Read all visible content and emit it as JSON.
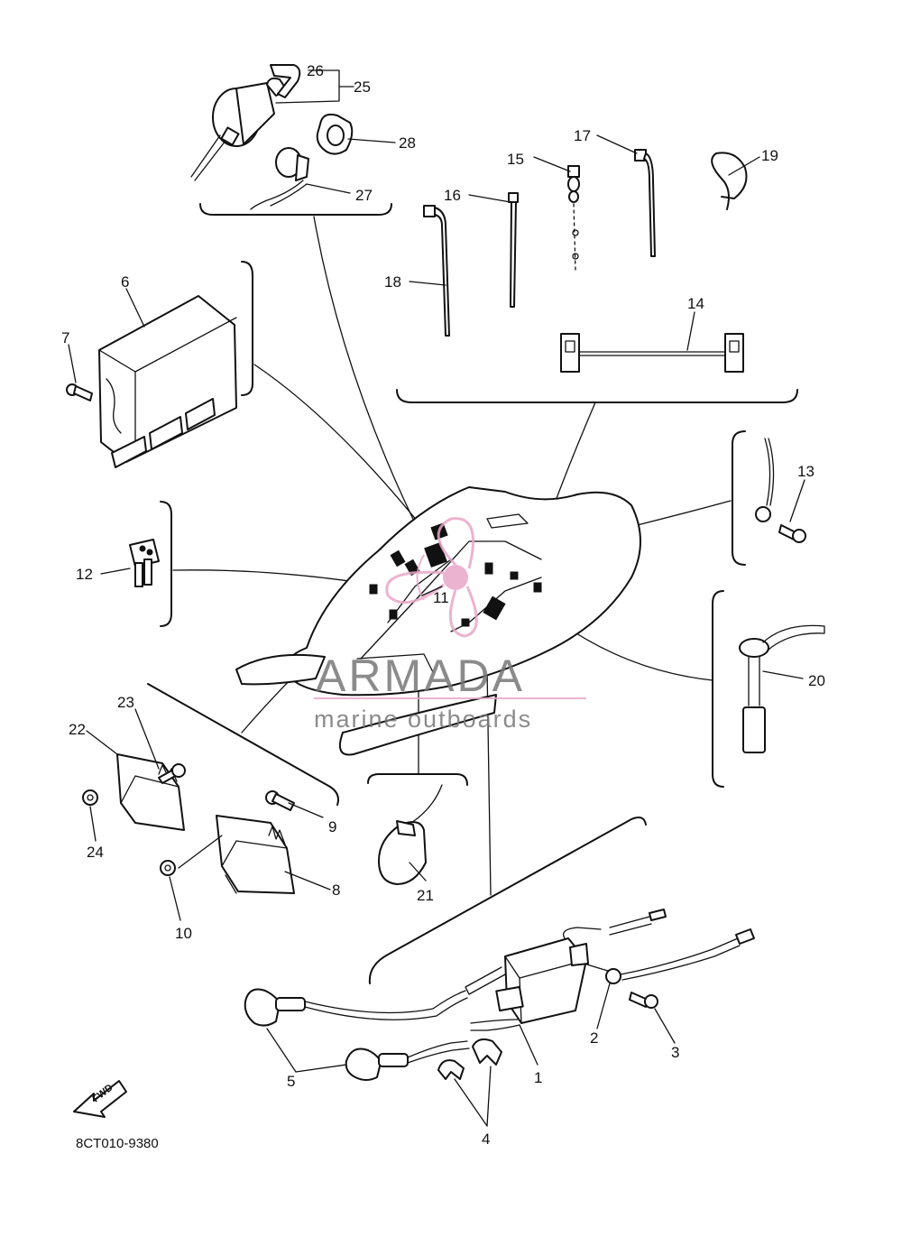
{
  "watermark": {
    "brand": "ARMADA",
    "tagline": "marine outboards",
    "accent_color": "#e9a6c8",
    "text_color": "#777777"
  },
  "diagram_code": "8CT010-9380",
  "direction_arrow": "FWD",
  "callouts": {
    "p1": "1",
    "p2": "2",
    "p3": "3",
    "p4": "4",
    "p5": "5",
    "p6": "6",
    "p7": "7",
    "p8": "8",
    "p9": "9",
    "p10": "10",
    "p11": "11",
    "p12": "12",
    "p13": "13",
    "p14": "14",
    "p15": "15",
    "p16": "16",
    "p17": "17",
    "p18": "18",
    "p19": "19",
    "p20": "20",
    "p21": "21",
    "p22": "22",
    "p23": "23",
    "p24": "24",
    "p25": "25",
    "p26": "26",
    "p27": "27",
    "p28": "28"
  }
}
